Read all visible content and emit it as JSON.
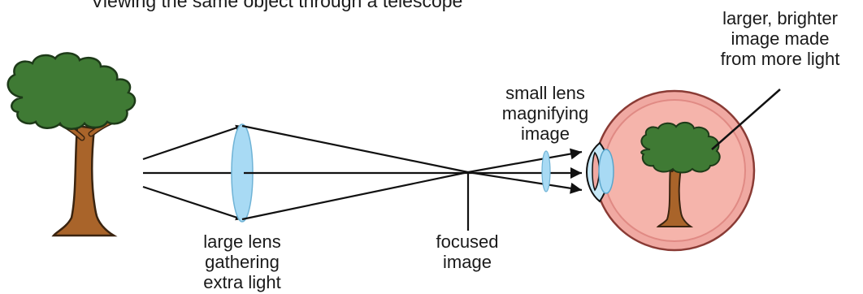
{
  "title": "Viewing the same object through a telescope",
  "labels": {
    "result": "larger, brighter\nimage made\nfrom more light",
    "small_lens": "small lens\nmagnifying\nimage",
    "large_lens": "large lens\ngathering\nextra light",
    "focus": "focused\nimage"
  },
  "colors": {
    "lens": "#a8daf4",
    "eye": "#f0a9a2",
    "tree_foliage": "#3f7a34",
    "tree_trunk": "#a9642a",
    "ink": "#111111"
  },
  "icons": [
    "tree-icon",
    "eye-icon",
    "tree-image-icon"
  ]
}
